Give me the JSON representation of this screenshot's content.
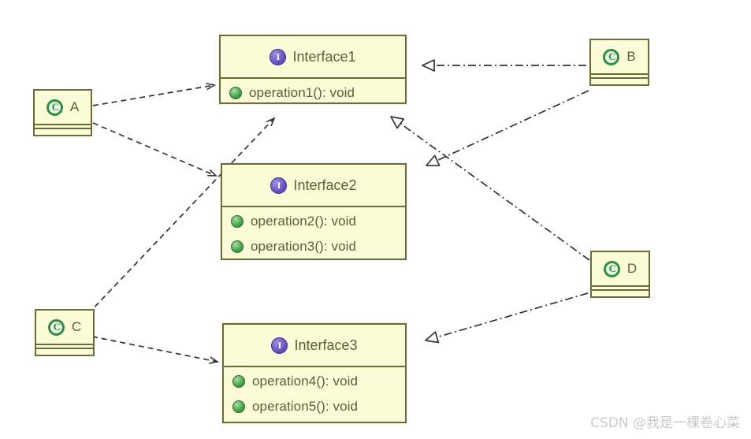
{
  "diagram": {
    "type": "uml-class-diagram",
    "watermark": "CSDN @我是一棵卷心菜",
    "interfaces": [
      {
        "id": "Interface1",
        "name": "Interface1",
        "icon": "interface-icon",
        "operations": [
          {
            "name": "operation1(): void",
            "icon": "method-icon"
          }
        ]
      },
      {
        "id": "Interface2",
        "name": "Interface2",
        "icon": "interface-icon",
        "operations": [
          {
            "name": "operation2(): void",
            "icon": "method-icon"
          },
          {
            "name": "operation3(): void",
            "icon": "method-icon"
          }
        ]
      },
      {
        "id": "Interface3",
        "name": "Interface3",
        "icon": "interface-icon",
        "operations": [
          {
            "name": "operation4(): void",
            "icon": "method-icon"
          },
          {
            "name": "operation5(): void",
            "icon": "method-icon"
          }
        ]
      }
    ],
    "classes": [
      {
        "id": "A",
        "name": "A",
        "icon": "class-icon",
        "badge": "C"
      },
      {
        "id": "B",
        "name": "B",
        "icon": "class-icon",
        "badge": "C"
      },
      {
        "id": "C",
        "name": "C",
        "icon": "class-icon",
        "badge": "C"
      },
      {
        "id": "D",
        "name": "D",
        "icon": "class-icon",
        "badge": "C"
      }
    ],
    "relations": [
      {
        "from": "A",
        "to": "Interface1",
        "kind": "dependency"
      },
      {
        "from": "A",
        "to": "Interface2",
        "kind": "dependency"
      },
      {
        "from": "C",
        "to": "Interface1",
        "kind": "dependency"
      },
      {
        "from": "C",
        "to": "Interface3",
        "kind": "dependency"
      },
      {
        "from": "B",
        "to": "Interface1",
        "kind": "realization"
      },
      {
        "from": "B",
        "to": "Interface2",
        "kind": "realization"
      },
      {
        "from": "D",
        "to": "Interface1",
        "kind": "realization"
      },
      {
        "from": "D",
        "to": "Interface3",
        "kind": "realization"
      }
    ],
    "colors": {
      "box_fill": "#fbfbd7",
      "box_border": "#6b6b3a",
      "text": "#5e5d3b",
      "interface_badge": "#6a56c0",
      "method_dot": "#4aa74a",
      "class_badge": "#2f8f3e",
      "edge": "#333333",
      "background": "#ffffff",
      "watermark": "#c9c9c9"
    }
  }
}
